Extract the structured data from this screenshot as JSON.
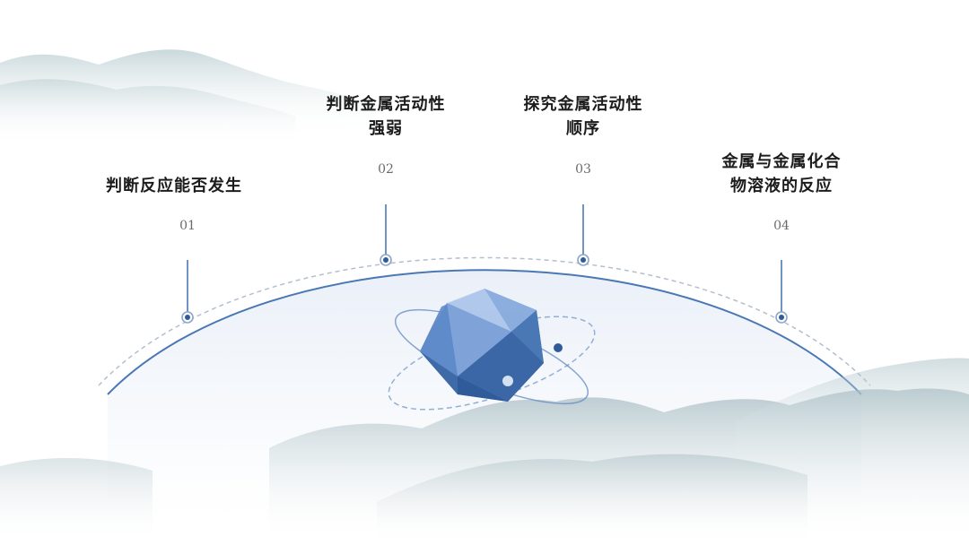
{
  "steps": [
    {
      "number": "01",
      "title": "判断反应能否发生"
    },
    {
      "number": "02",
      "title": "判断金属活动性\n强弱"
    },
    {
      "number": "03",
      "title": "探究金属活动性\n顺序"
    },
    {
      "number": "04",
      "title": "金属与金属化合\n物溶液的反应"
    }
  ],
  "colors": {
    "accent": "#2f5b9a",
    "line": "#4a78b5",
    "dashed": "#a9b6c6",
    "mountain": "#9fb6bd",
    "text": "#1c1c1c"
  }
}
